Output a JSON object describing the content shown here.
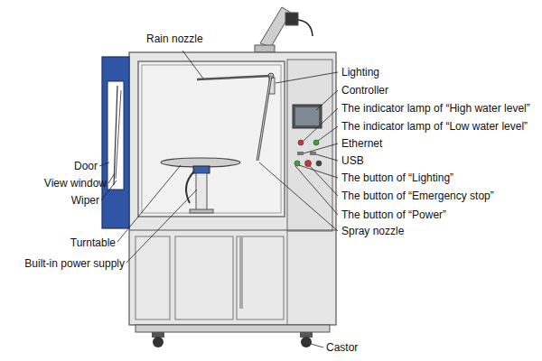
{
  "diagram": {
    "labels": [
      "Rain nozzle",
      "Lighting",
      "Controller",
      "The indicator lamp of “High water level”",
      "The indicator lamp of “Low water level”",
      "Ethernet",
      "USB",
      "The button of “Lighting”",
      "The button of “Emergency stop”",
      "The button of “Power”",
      "Spray nozzle",
      "Door",
      "View window",
      "Wiper",
      "Turntable",
      "Built-in power supply",
      "Castor"
    ]
  }
}
